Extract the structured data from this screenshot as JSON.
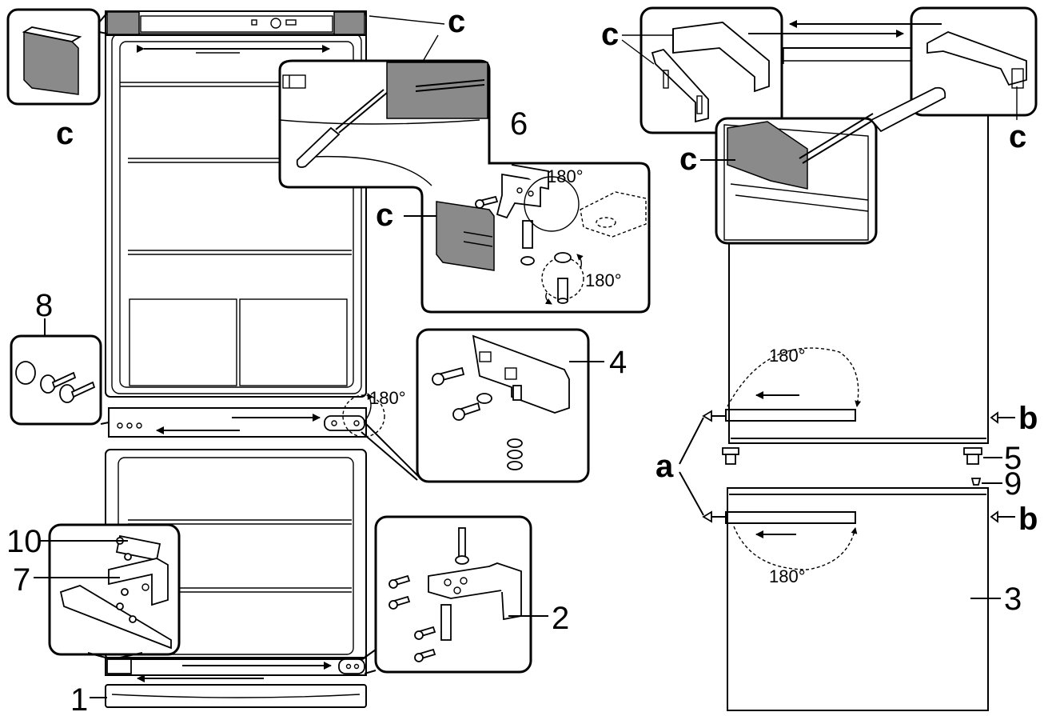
{
  "labels": {
    "c": "c",
    "a": "a",
    "b": "b",
    "n1": "1",
    "n2": "2",
    "n3": "3",
    "n4": "4",
    "n5": "5",
    "n6": "6",
    "n7": "7",
    "n8": "8",
    "n9": "9",
    "n10": "10",
    "deg180": "180°"
  }
}
